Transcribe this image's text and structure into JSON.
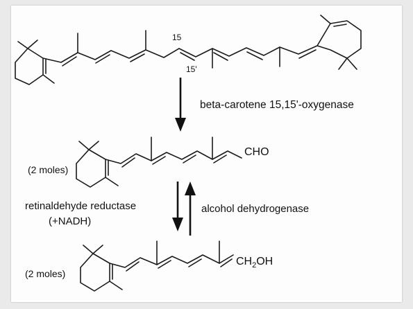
{
  "labels": {
    "atom15": "15",
    "atom15p": "15'",
    "enzyme_top": "beta-carotene 15,15'-oxygenase",
    "cho": "CHO",
    "moles_retinal": "(2 moles)",
    "reductase_line1": "retinaldehyde reductase",
    "reductase_line2": "(+NADH)",
    "dehydrogenase": "alcohol dehydrogenase",
    "ch2oh_prefix": "CH",
    "ch2oh_sub": "2",
    "ch2oh_suffix": "OH",
    "moles_retinol": "(2 moles)"
  }
}
